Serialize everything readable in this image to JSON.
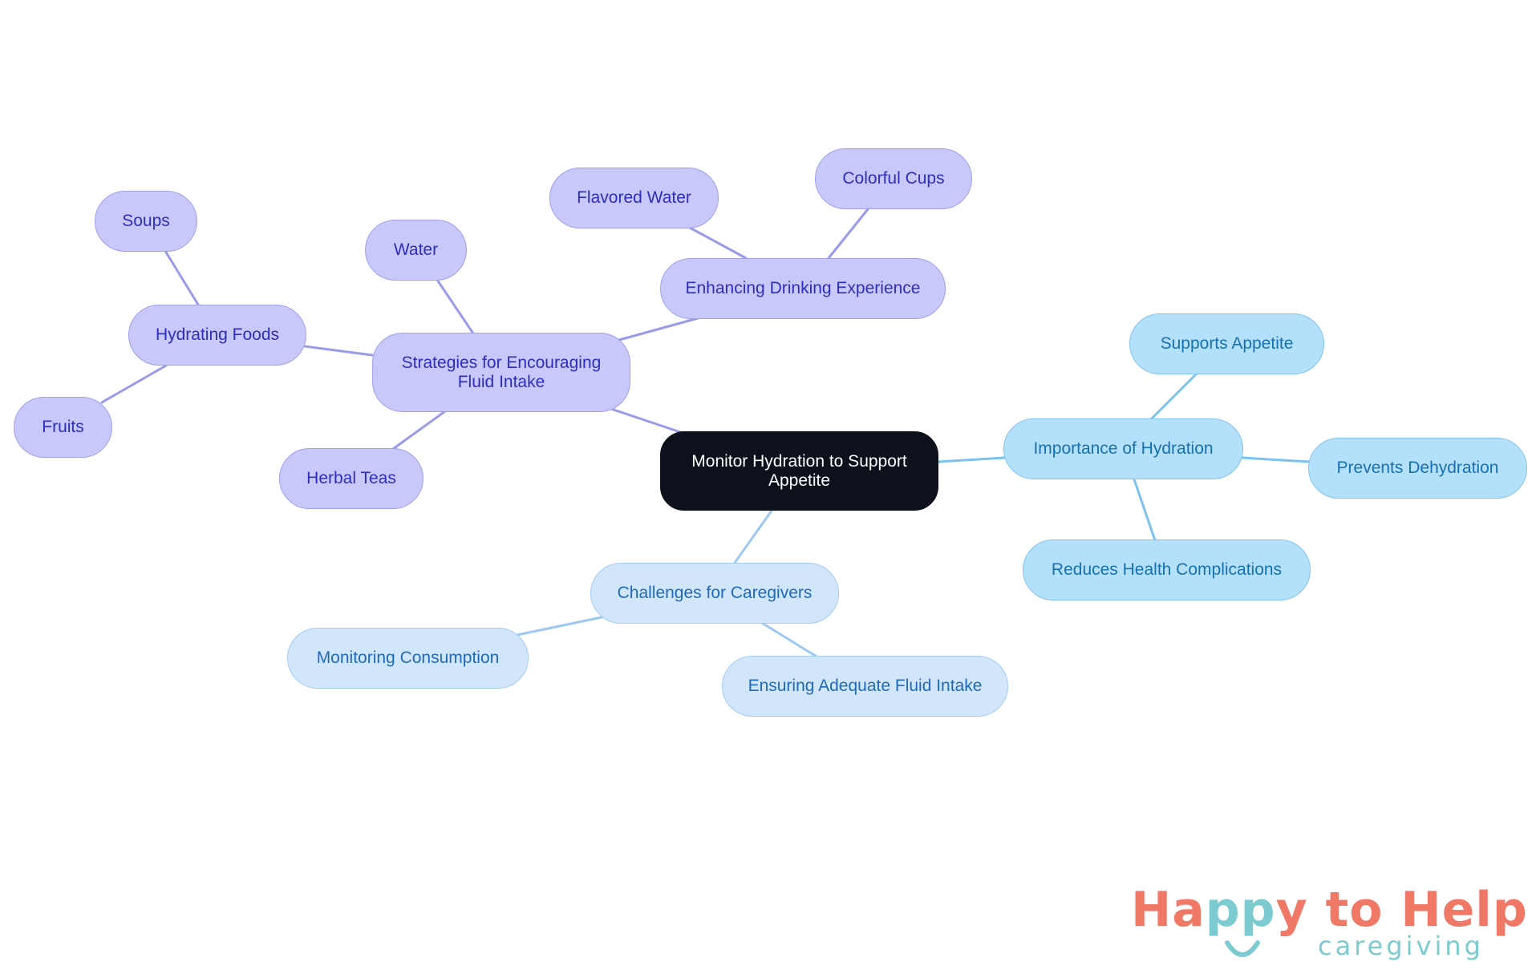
{
  "diagram": {
    "root": "Monitor Hydration to Support\nAppetite",
    "branches": {
      "strategies": {
        "label": "Strategies for Encouraging\nFluid Intake",
        "water": "Water",
        "herbal_teas": "Herbal Teas",
        "hydrating_foods": {
          "label": "Hydrating Foods",
          "soups": "Soups",
          "fruits": "Fruits"
        },
        "drinking_experience": {
          "label": "Enhancing Drinking Experience",
          "flavored_water": "Flavored Water",
          "colorful_cups": "Colorful Cups"
        }
      },
      "importance": {
        "label": "Importance of Hydration",
        "supports_appetite": "Supports Appetite",
        "prevents_dehydration": "Prevents Dehydration",
        "reduces_complications": "Reduces Health Complications"
      },
      "challenges": {
        "label": "Challenges for Caregivers",
        "monitoring": "Monitoring Consumption",
        "ensuring": "Ensuring Adequate Fluid Intake"
      }
    }
  },
  "colors": {
    "root_fill": "#0c111b",
    "purple_fill": "#c8c8fb",
    "purple_edge": "#9a9aea",
    "purple_text": "#2e2ebe",
    "blue_fill": "#b5e0fc",
    "blue_edge": "#7cc2f0",
    "blue_text": "#1472b3",
    "light_blue_fill": "#d1e5fb",
    "light_blue_edge": "#9cc8f2",
    "light_blue_text": "#1e6abd",
    "logo_coral": "#f07866",
    "logo_teal": "#7ccbd0"
  },
  "logo": {
    "brand_part1": "Ha",
    "brand_part2": "pp",
    "brand_part3": "y to Help",
    "tagline": "caregiving"
  }
}
